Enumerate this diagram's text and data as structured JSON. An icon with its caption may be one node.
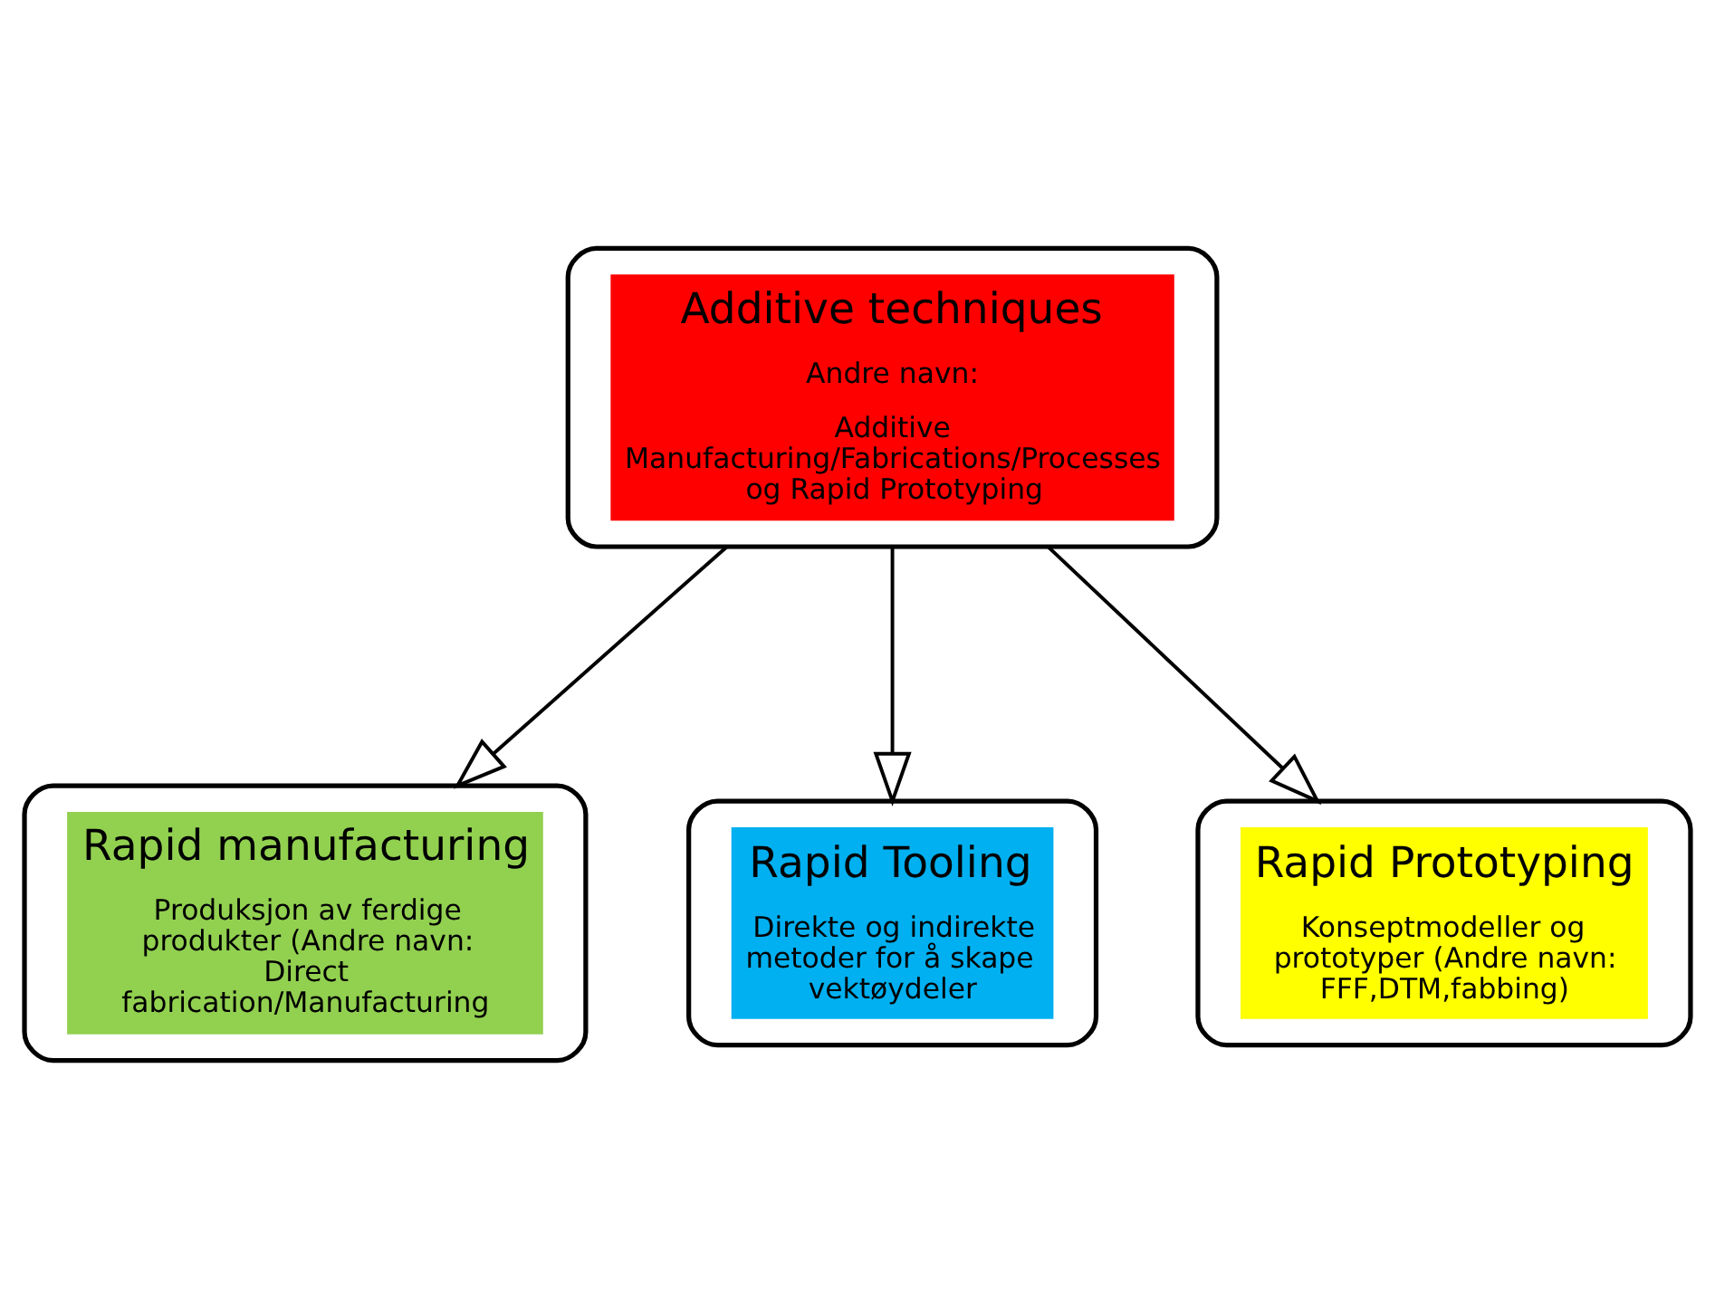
{
  "diagram": {
    "nodes": [
      {
        "text": [
          "Additive techniques",
          "Andre navn:",
          "Additive Manufacturing/Fabrications/Processes og Rapid Prototyping"
        ]
      },
      {
        "text": [
          "Rapid manufacturing",
          "Produksjon av ferdige produkter (Andre navn: Direct fabrication/Manufacturing"
        ]
      },
      {
        "text": [
          "Rapid Tooling",
          "Direkte og indirekte metoder for å skape vektøydeler"
        ]
      },
      {
        "text": [
          "Rapid Prototyping",
          "Konseptmodeller og prototyper (Andre navn: FFF,DTM,fabbing)"
        ]
      }
    ],
    "edges": [
      {
        "from": 0,
        "to": 1,
        "arrow": "to"
      },
      {
        "from": 0,
        "to": 2,
        "arrow": "to"
      },
      {
        "from": 0,
        "to": 3,
        "arrow": "to"
      }
    ]
  }
}
